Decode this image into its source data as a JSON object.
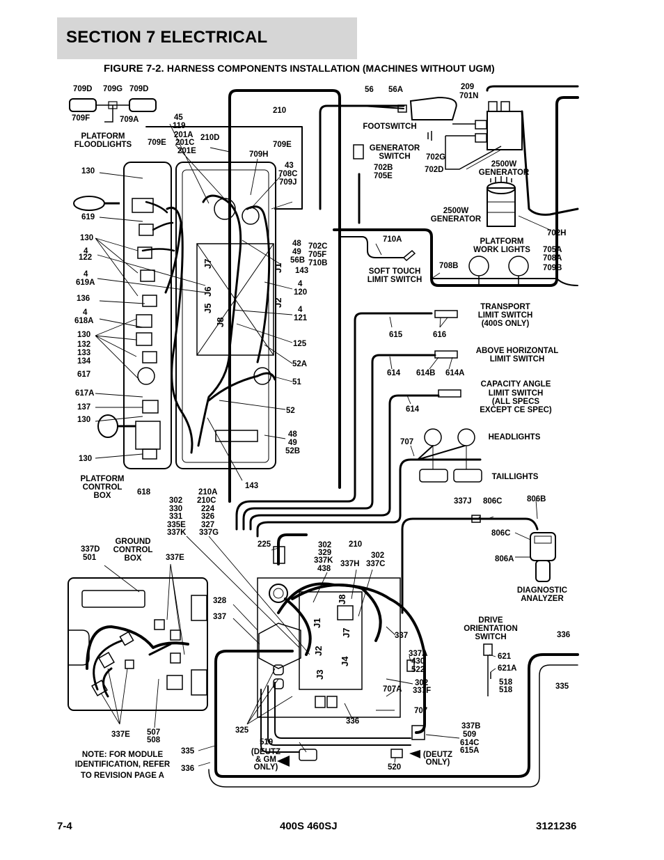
{
  "section_title": "SECTION 7   ELECTRICAL",
  "figure": {
    "number": "FIGURE 7-2.",
    "title": "HARNESS COMPONENTS INSTALLATION (MACHINES WITHOUT UGM)"
  },
  "footer": {
    "page": "7-4",
    "models": "400S 460SJ",
    "doc_number": "3121236"
  },
  "components": {
    "platform_floodlights": [
      "PLATFORM",
      "FLOODLIGHTS"
    ],
    "footswitch": "FOOTSWITCH",
    "generator_switch": [
      "GENERATOR",
      "SWITCH"
    ],
    "generator_2500w_a": [
      "2500W",
      "GENERATOR"
    ],
    "generator_2500w_b": [
      "2500W",
      "GENERATOR"
    ],
    "platform_work_lights": [
      "PLATFORM",
      "WORK LIGHTS"
    ],
    "soft_touch": [
      "SOFT TOUCH",
      "LIMIT SWITCH"
    ],
    "transport_limit": [
      "TRANSPORT",
      "LIMIT SWITCH",
      "(400S ONLY)"
    ],
    "above_horizontal": [
      "ABOVE HORIZONTAL",
      "LIMIT SWITCH"
    ],
    "capacity_angle": [
      "CAPACITY ANGLE",
      "LIMIT SWITCH",
      "(ALL SPECS",
      "EXCEPT CE SPEC)"
    ],
    "headlights": "HEADLIGHTS",
    "taillights": "TAILLIGHTS",
    "platform_control_box": [
      "PLATFORM",
      "CONTROL",
      "BOX"
    ],
    "ground_control_box": [
      "GROUND",
      "CONTROL",
      "BOX"
    ],
    "diagnostic_analyzer": [
      "DIAGNOSTIC",
      "ANALYZER"
    ],
    "drive_orientation": [
      "DRIVE",
      "ORIENTATION",
      "SWITCH"
    ],
    "note": [
      "NOTE: FOR MODULE",
      "IDENTIFICATION, REFER",
      "TO REVISION PAGE A"
    ],
    "deutz_gm": [
      "(DEUTZ",
      "& GM",
      "ONLY)"
    ],
    "deutz_only": [
      "(DEUTZ",
      "ONLY)"
    ]
  },
  "connectors": {
    "platform_box": [
      "J7",
      "J6",
      "J5",
      "J8",
      "J1",
      "J2"
    ],
    "ground_box": [
      "J1",
      "J8",
      "J7",
      "J2",
      "J4",
      "J3"
    ]
  },
  "callouts": {
    "c709D_a": "709D",
    "c709G": "709G",
    "c709D_b": "709D",
    "c709F": "709F",
    "c709A": "709A",
    "c709E_a": "709E",
    "c45": "45",
    "c119": "119",
    "c201A": "201A",
    "c201C": "201C",
    "c201E": "201E",
    "c210D": "210D",
    "c210_top": "210",
    "c709E_b": "709E",
    "c709H": "709H",
    "c43": "43",
    "c708C": "708C",
    "c709J": "709J",
    "c56": "56",
    "c56A": "56A",
    "c209": "209",
    "c701N": "701N",
    "c702G": "702G",
    "c702B": "702B",
    "c705E": "705E",
    "c702D": "702D",
    "c702H": "702H",
    "c705A": "705A",
    "c708A": "708A",
    "c709B": "709B",
    "c708B": "708B",
    "c710A": "710A",
    "c702C": "702C",
    "c705F": "705F",
    "c710B": "710B",
    "c48_a": "48",
    "c49_a": "49",
    "c56B": "56B",
    "c143_a": "143",
    "c4_a": "4",
    "c120": "120",
    "c4_b": "4",
    "c121": "121",
    "c125": "125",
    "c52A": "52A",
    "c51": "51",
    "c52": "52",
    "c48_b": "48",
    "c49_b": "49",
    "c52B": "52B",
    "c143_b": "143",
    "c130_a": "130",
    "c619": "619",
    "c130_b": "130",
    "c4_c": "4",
    "c122": "122",
    "c4_d": "4",
    "c619A": "619A",
    "c136": "136",
    "c4_e": "4",
    "c618A": "618A",
    "c130_c": "130",
    "c132": "132",
    "c133": "133",
    "c134": "134",
    "c617": "617",
    "c617A": "617A",
    "c137": "137",
    "c130_d": "130",
    "c130_e": "130",
    "c618": "618",
    "c615": "615",
    "c616": "616",
    "c614_a": "614",
    "c614B": "614B",
    "c614A": "614A",
    "c614_b": "614",
    "c707_a": "707",
    "c337J": "337J",
    "c806C_a": "806C",
    "c806B": "806B",
    "c806C_b": "806C",
    "c806A": "806A",
    "c302_a": "302",
    "c330": "330",
    "c331": "331",
    "c335E": "335E",
    "c337K_a": "337K",
    "c210A": "210A",
    "c210C": "210C",
    "c224": "224",
    "c326": "326",
    "c327": "327",
    "c337G": "337G",
    "c337D": "337D",
    "c501": "501",
    "c337E_a": "337E",
    "c225": "225",
    "c302_b": "302",
    "c329": "329",
    "c337K_b": "337K",
    "c438": "438",
    "c210_mid": "210",
    "c337H": "337H",
    "c302_c": "302",
    "c337C": "337C",
    "c328": "328",
    "c337_a": "337",
    "c337_b": "337",
    "c337A": "337A",
    "c430": "430",
    "c522": "522",
    "c302_d": "302",
    "c337F": "337F",
    "c707A": "707A",
    "c707_b": "707",
    "c336_a": "336",
    "c325": "325",
    "c519": "519",
    "c520": "520",
    "c337B": "337B",
    "c509": "509",
    "c614C": "614C",
    "c615A": "615A",
    "c335_a": "335",
    "c336_b": "336",
    "c337E_b": "337E",
    "c507": "507",
    "c508": "508",
    "c621": "621",
    "c621A": "621A",
    "c518_a": "518",
    "c518_b": "518",
    "c336_c": "336",
    "c335_b": "335"
  }
}
